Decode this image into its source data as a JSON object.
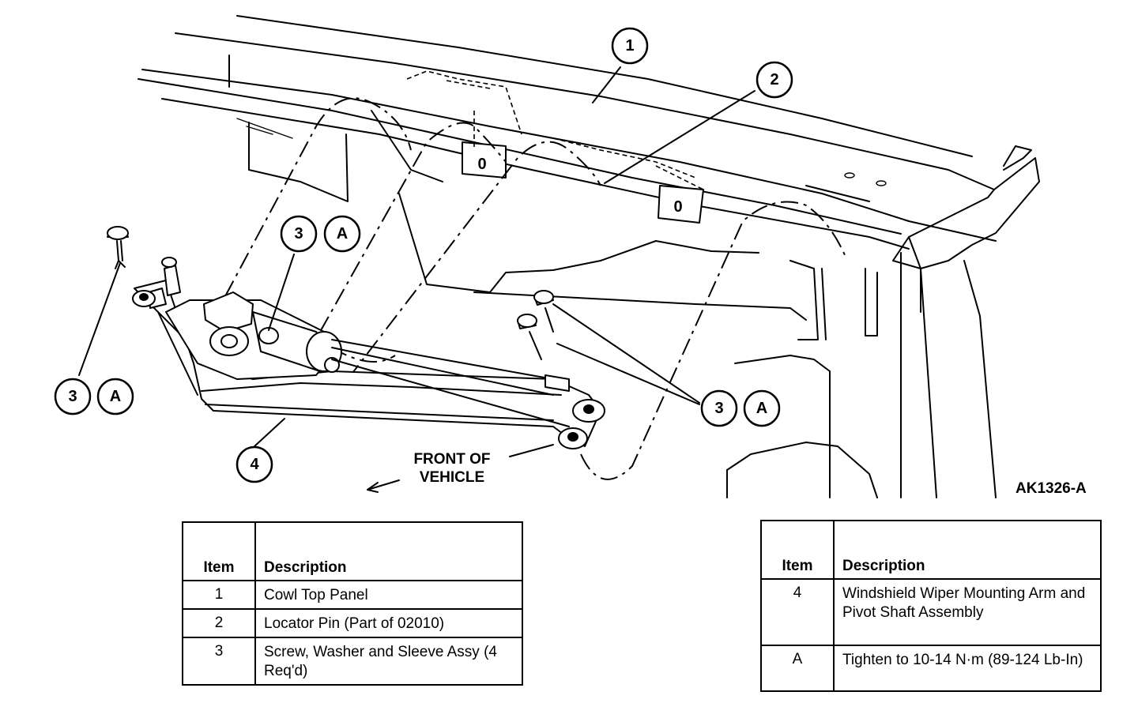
{
  "figure_id": "AK1326-A",
  "front_label_line1": "FRONT OF",
  "front_label_line2": "VEHICLE",
  "callouts": {
    "c1": "1",
    "c2": "2",
    "c3a": "3",
    "c3a_letter": "A",
    "c3b": "3",
    "c3b_letter": "A",
    "c3c": "3",
    "c3c_letter": "A",
    "c4": "4"
  },
  "legend_left": {
    "header_item": "Item",
    "header_desc": "Description",
    "rows": [
      {
        "item": "1",
        "description": "Cowl Top Panel"
      },
      {
        "item": "2",
        "description": "Locator Pin (Part of 02010)"
      },
      {
        "item": "3",
        "description": "Screw, Washer and Sleeve Assy (4 Req'd)"
      }
    ]
  },
  "legend_right": {
    "header_item": "Item",
    "header_desc": "Description",
    "rows": [
      {
        "item": "4",
        "description": "Windshield Wiper Mounting Arm and Pivot Shaft Assembly"
      },
      {
        "item": "A",
        "description": "Tighten to 10-14 N·m (89-124 Lb-In)"
      }
    ]
  }
}
